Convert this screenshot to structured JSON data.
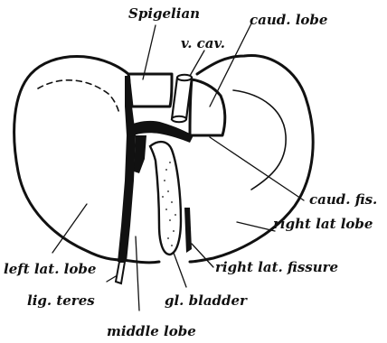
{
  "labels": {
    "spigelian": "Spigelian",
    "caudate_lobe": "caud. lobe",
    "vena_cava": "v. cav.",
    "caudate_fissure": "caud. fis.",
    "right_lateral_lobe": "right lat lobe",
    "right_lateral_fissure": "right lat. fissure",
    "left_lateral_lobe": "left lat. lobe",
    "ligamentum_teres": "lig. teres",
    "gall_bladder": "gl. bladder",
    "middle_lobe": "middle lobe"
  },
  "colors": {
    "ink": "#111111",
    "paper": "#ffffff"
  }
}
